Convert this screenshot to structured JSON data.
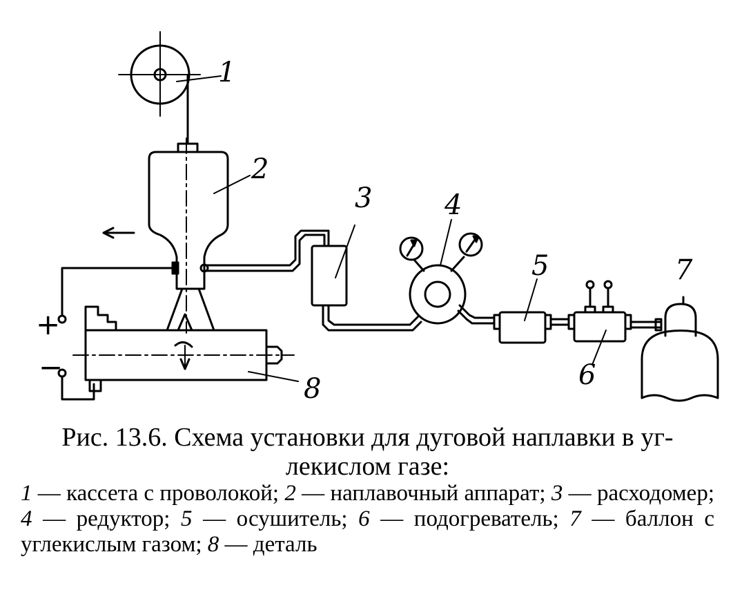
{
  "diagram": {
    "labels": [
      "1",
      "2",
      "3",
      "4",
      "5",
      "6",
      "7",
      "8"
    ],
    "plus": "+",
    "minus": "−"
  },
  "caption": {
    "title_line1": "Рис. 13.6. Схема установки для дуговой наплавки в уг-",
    "title_line2": "лекислом газе:",
    "items": [
      {
        "num": "1",
        "text": " — кассета с проволокой; "
      },
      {
        "num": "2",
        "text": " — наплавочный аппарат; "
      },
      {
        "num": "3",
        "text": " — расходомер; "
      },
      {
        "num": "4",
        "text": " — редуктор; "
      },
      {
        "num": "5",
        "text": " — осушитель; "
      },
      {
        "num": "6",
        "text": " — подогреватель; "
      },
      {
        "num": "7",
        "text": " — баллон с углекислым газом; "
      },
      {
        "num": "8",
        "text": " — деталь"
      }
    ]
  }
}
